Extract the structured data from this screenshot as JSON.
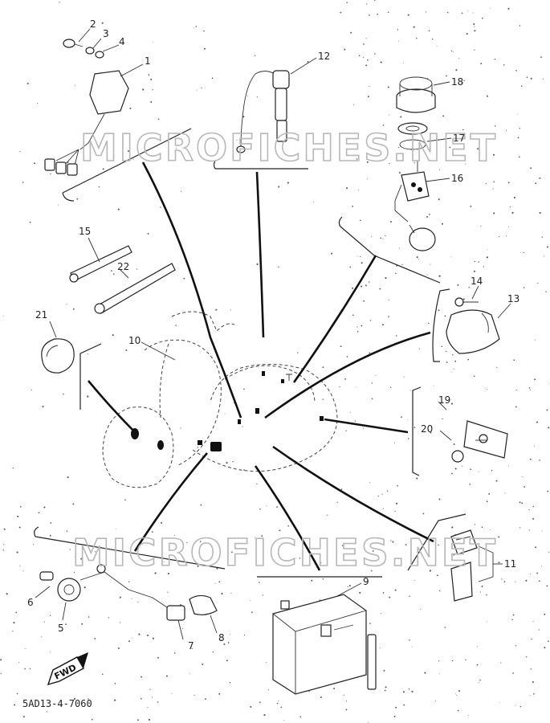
{
  "watermarks": [
    "MICROFICHES.NET",
    "MICROFICHES.NET"
  ],
  "callouts": [
    "1",
    "2",
    "3",
    "4",
    "5",
    "6",
    "7",
    "8",
    "9",
    "11",
    "12",
    "13",
    "14",
    "15",
    "16",
    "17",
    "18",
    "19",
    "20",
    "21",
    "22",
    "10"
  ],
  "forward_label": "FWD",
  "drawing_code": "5AD13-4-7060",
  "icons": [
    "forward-arrow-icon"
  ]
}
